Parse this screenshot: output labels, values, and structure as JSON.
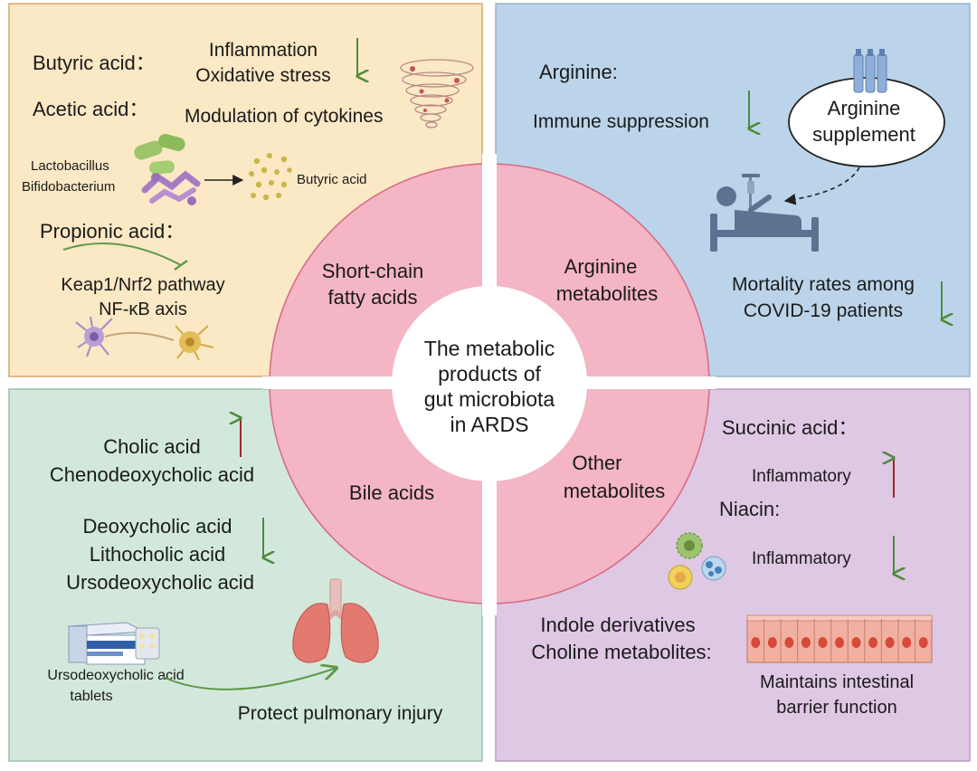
{
  "colors": {
    "scfa_panel": "#fbe8c4",
    "arginine_panel": "#bcd4ea",
    "bile_panel": "#d3e8dc",
    "other_panel": "#dfc8e4",
    "panel_border": "#d9a66a",
    "ring": "#f4b5c4",
    "ring_border": "#d46a86",
    "down_arrow": "#4e8a3c",
    "up_arrow": "#9c2a2a",
    "text": "#1a1a1a"
  },
  "center": {
    "line1": "The metabolic",
    "line2": "products of",
    "line3": "gut microbiota",
    "line4": "in ARDS"
  },
  "ring": {
    "scfa_line1": "Short-chain",
    "scfa_line2": "fatty acids",
    "arginine_line1": "Arginine",
    "arginine_line2": "metabolites",
    "bile": "Bile acids",
    "other_line1": "Other",
    "other_line2": "metabolites"
  },
  "scfa": {
    "butyric_acid": "Butyric acid：",
    "inflammation": "Inflammation",
    "oxidative_stress": "Oxidative stress",
    "acetic_acid": "Acetic acid：",
    "cytokines": "Modulation of cytokines",
    "lactobacillus": "Lactobacillus",
    "bifidobacterium": "Bifidobacterium",
    "butyric_product": "Butyric acid",
    "propionic_acid": "Propionic acid：",
    "keap1": "Keap1/Nrf2 pathway",
    "nfkb": "NF-κB axis"
  },
  "arginine": {
    "title": "Arginine:",
    "immune": "Immune suppression",
    "supplement_line1": "Arginine",
    "supplement_line2": "supplement",
    "mortality_line1": "Mortality rates among",
    "mortality_line2": "COVID-19 patients"
  },
  "bile": {
    "cholic": "Cholic acid",
    "chenodeoxycholic": "Chenodeoxycholic acid",
    "deoxycholic": "Deoxycholic acid",
    "lithocholic": "Lithocholic acid",
    "ursodeoxycholic": "Ursodeoxycholic acid",
    "tablets_line1": "Ursodeoxycholic acid",
    "tablets_line2": "tablets",
    "protect": "Protect pulmonary injury"
  },
  "other": {
    "succinic": "Succinic acid：",
    "inflammatory_up": "Inflammatory",
    "niacin": "Niacin:",
    "inflammatory_down": "Inflammatory",
    "indole": "Indole derivatives",
    "choline": "Choline metabolites:",
    "barrier_line1": "Maintains intestinal",
    "barrier_line2": "barrier function"
  },
  "icons": {
    "tornado": "inflammation-tornado-icon",
    "bacteria": "bacteria-icon",
    "dots": "butyrate-particles-icon",
    "neurons": "neuron-cells-icon",
    "vials": "vials-icon",
    "patient": "hospital-bed-patient-icon",
    "tablets": "tablet-box-icon",
    "lungs": "lungs-icon",
    "immune_cells": "immune-cells-icon",
    "epithelium": "intestinal-epithelium-icon"
  }
}
